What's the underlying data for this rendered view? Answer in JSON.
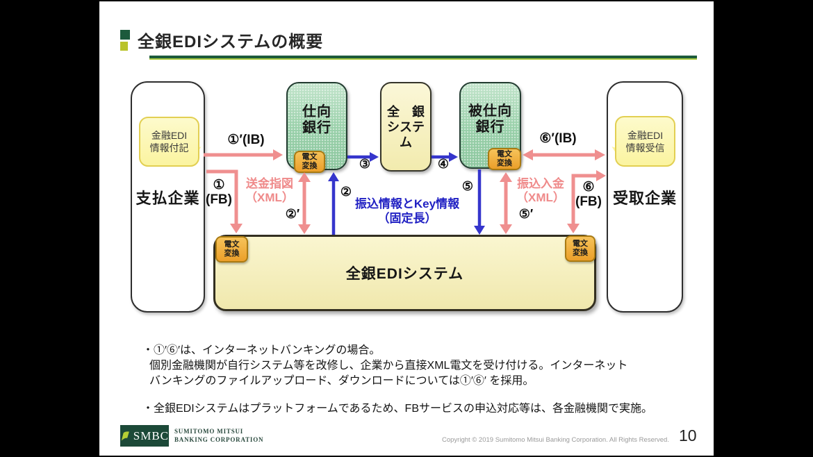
{
  "title": {
    "text": "全銀EDIシステムの概要"
  },
  "diagram": {
    "payer": "支払企業",
    "payee": "受取企業",
    "sending_bank": {
      "line1": "仕向",
      "line2": "銀行"
    },
    "zengin_system": {
      "line1": "全　銀",
      "line2": "システム"
    },
    "receiving_bank": {
      "line1": "被仕向",
      "line2": "銀行"
    },
    "edi_system": "全銀EDIシステム",
    "msg_convert": {
      "line1": "電文",
      "line2": "変換"
    },
    "bubble_left": {
      "line1": "金融EDI",
      "line2": "情報付記"
    },
    "bubble_right": {
      "line1": "金融EDI",
      "line2": "情報受信"
    },
    "labels": {
      "ib1": "①′(IB)",
      "fb1_num": "①",
      "fb1_fb": "(FB)",
      "remit1": "送金指図",
      "remit2": "（XML）",
      "n2prime": "②′",
      "n2": "②",
      "n3": "③",
      "n4": "④",
      "n5": "⑤",
      "n5prime": "⑤′",
      "key1": "振込情報とKey情報",
      "key2": "（固定長）",
      "deposit1": "振込入金",
      "deposit2": "（XML）",
      "ib6": "⑥′(IB)",
      "fb6_num": "⑥",
      "fb6_fb": "(FB)"
    }
  },
  "notes": {
    "bullet1_line1": "・①′⑥′は、インターネットバンキングの場合。",
    "bullet1_line2": "個別金融機関が自行システム等を改修し、企業から直接XML電文を受け付ける。インターネット",
    "bullet1_line3": "バンキングのファイルアップロード、ダウンロードについては①′⑥′ を採用。",
    "bullet2": "・全銀EDIシステムはプラットフォームであるため、FBサービスの申込対応等は、各金融機関で実施。"
  },
  "footer": {
    "logo_acronym": "SMBC",
    "company_line1": "SUMITOMO MITSUI",
    "company_line2": "BANKING CORPORATION",
    "copyright": "Copyright © 2019 Sumitomo Mitsui Banking Corporation. All Rights Reserved.",
    "page_number": "10"
  },
  "colors": {
    "title_accent_dark_green": "#1c5a3c",
    "title_accent_yellow_green": "#b9c32c",
    "bank_box_green": "#9bd1aa",
    "system_box_yellow": "#f2ebae",
    "convert_box_orange": "#f1ab3b",
    "bubble_yellow": "#fbf4a0",
    "arrow_pink": "#ef8f8f",
    "arrow_blue": "#3535cc",
    "pink_text": "#ef8a8a",
    "blue_text": "#2121c3",
    "smbc_green": "#1c4938"
  }
}
